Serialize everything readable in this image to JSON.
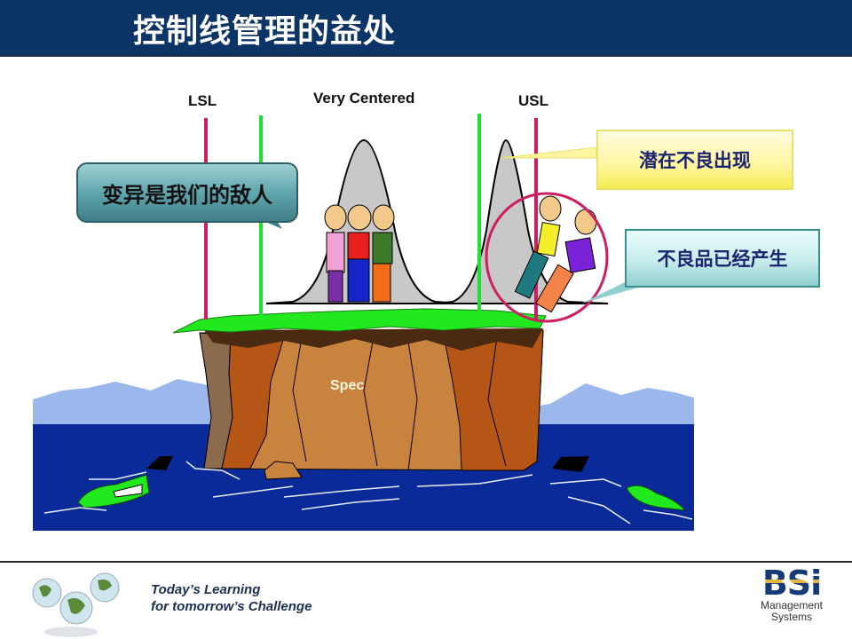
{
  "header": {
    "title": "控制线管理的益处"
  },
  "diagram": {
    "labels": {
      "lsl": "LSL",
      "usl": "USL",
      "very_centered": "Very Centered",
      "spec": "Spec"
    },
    "callouts": {
      "variation_enemy": "变异是我们的敌人",
      "potential_defects": "潜在不良出现",
      "defects_produced": "不良品已经产生"
    },
    "colors": {
      "spec_limit": "#cc1f63",
      "control_limit": "#22e032",
      "title_bg": "#0d3467",
      "sea": "#0a2a9a",
      "mountains": "#9bb7ec",
      "grass": "#22e81e",
      "cliff": "#c8843e"
    }
  },
  "footer": {
    "tagline_line1": "Today’s Learning",
    "tagline_line2": "for tomorrow’s Challenge",
    "logo_word": "BSi",
    "logo_sub1": "Management",
    "logo_sub2": "Systems"
  }
}
